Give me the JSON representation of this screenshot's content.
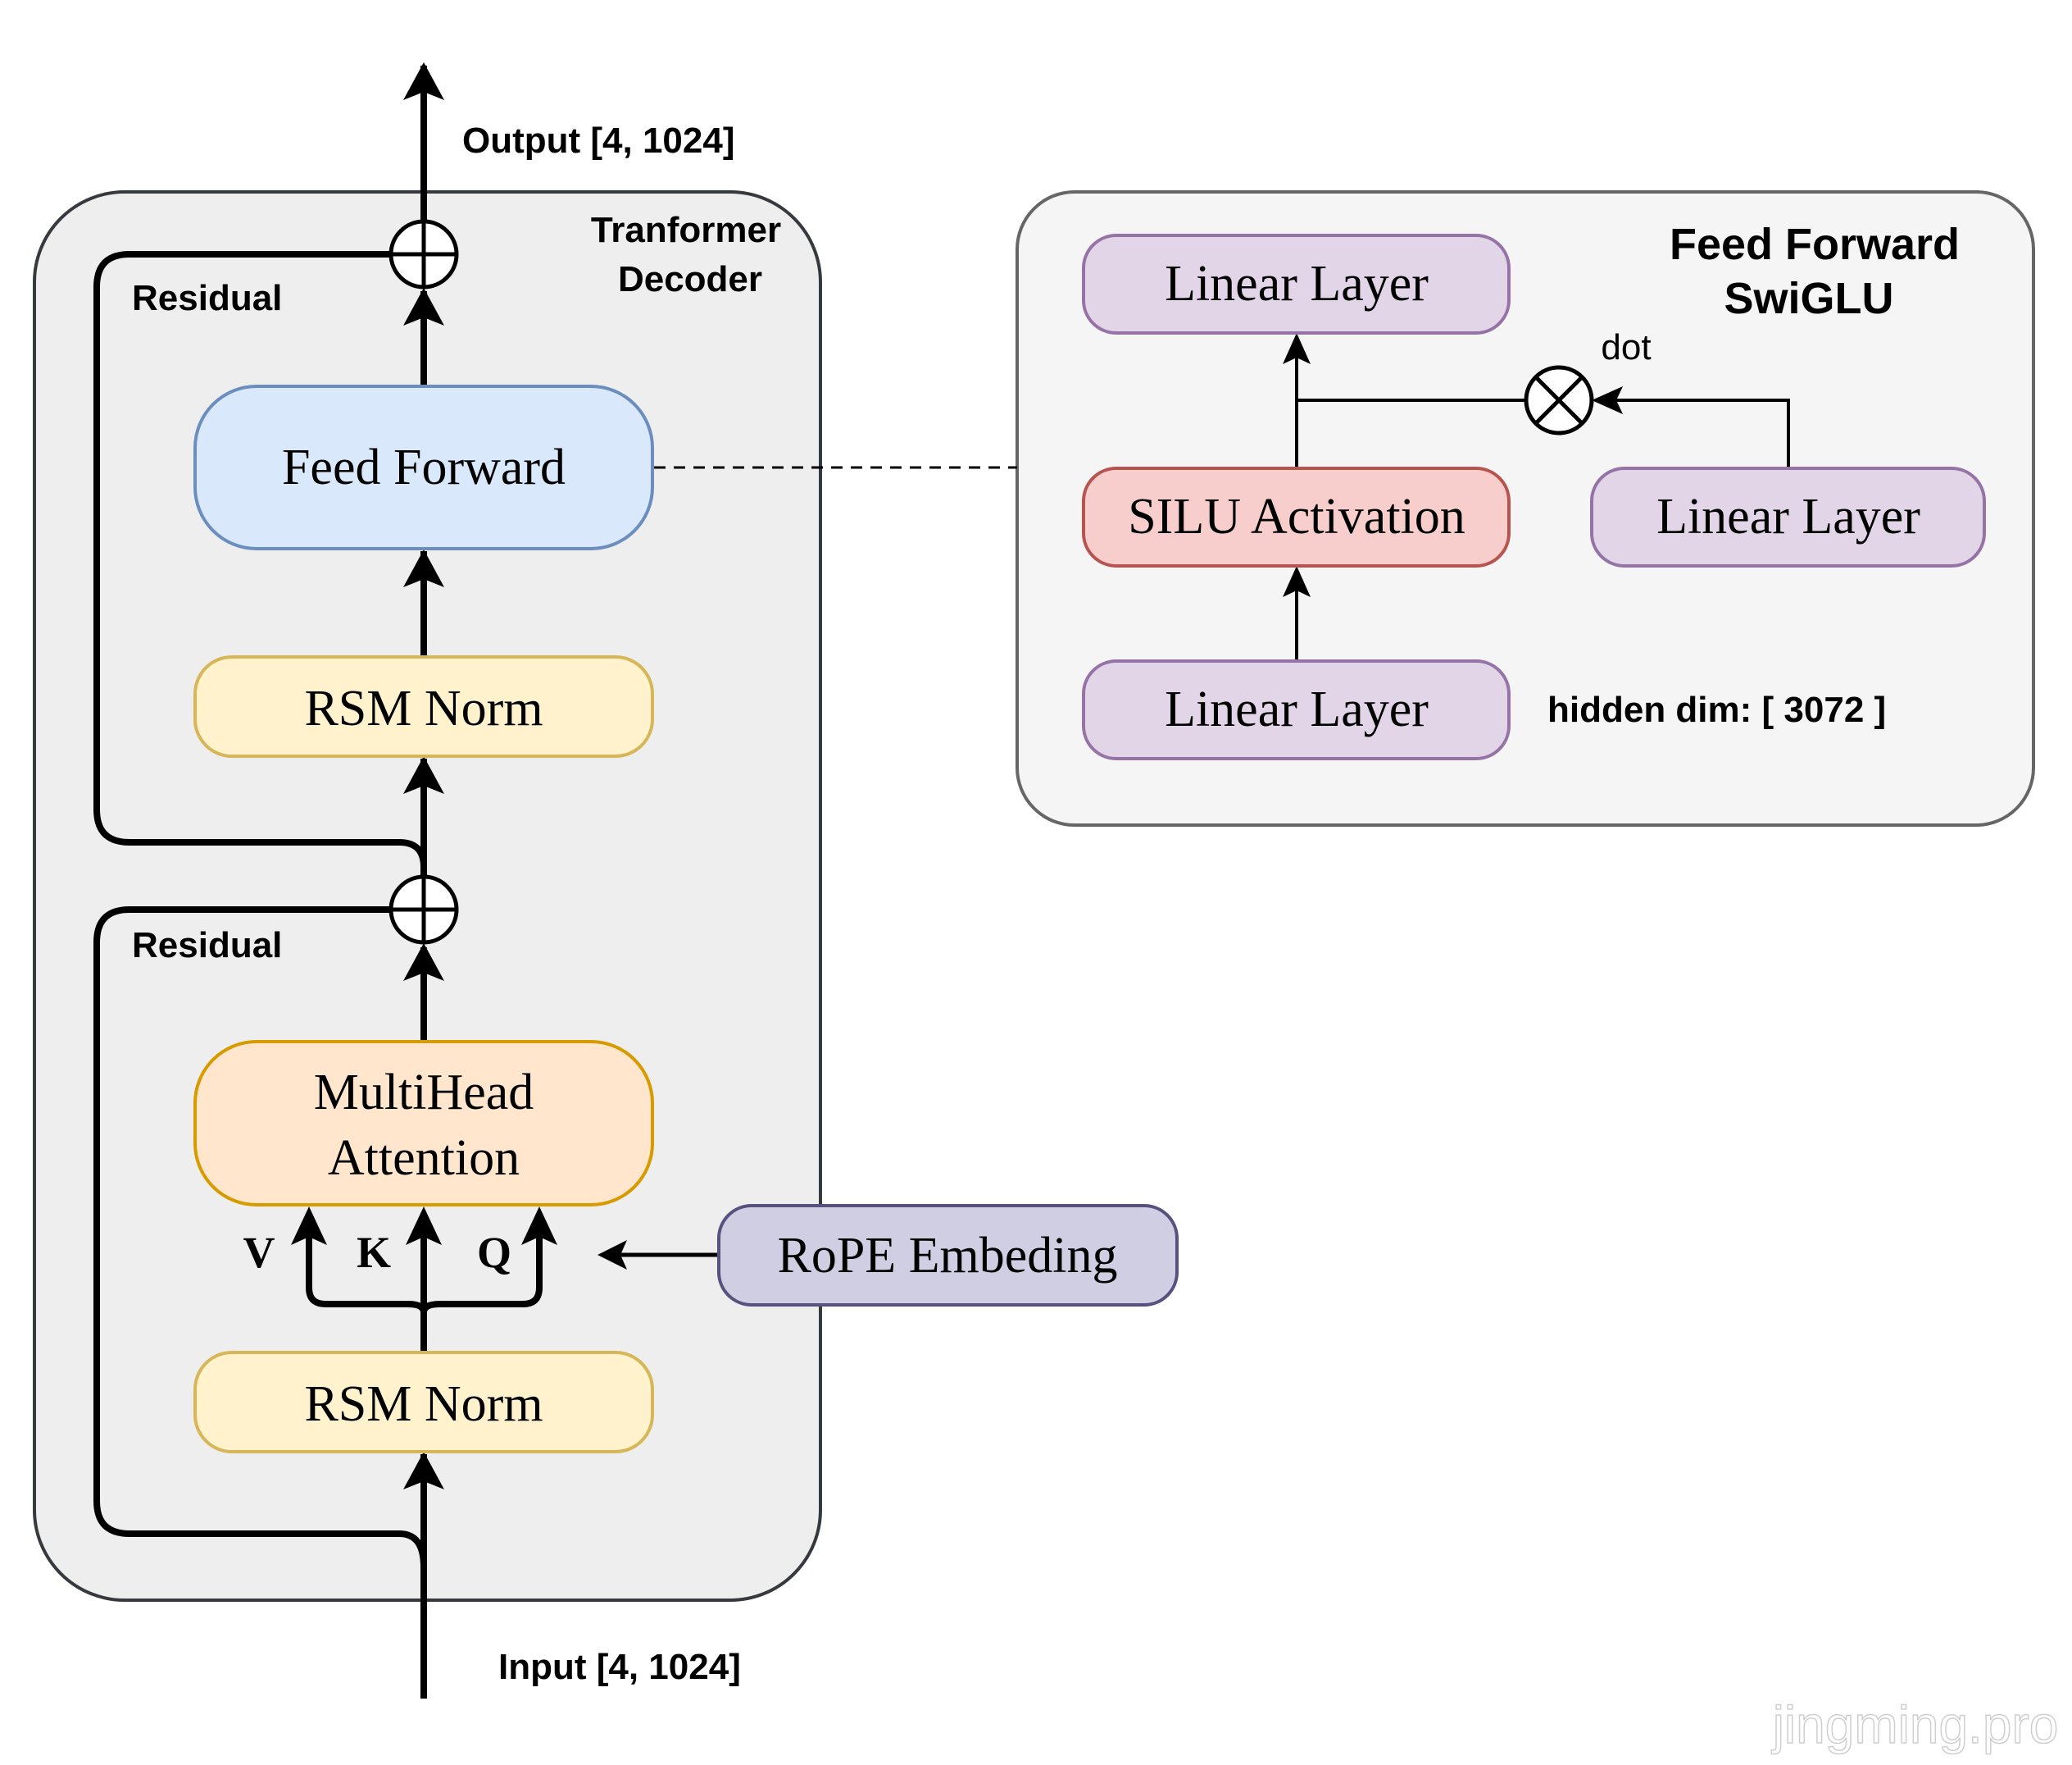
{
  "decoder": {
    "title_line1": "Tranformer",
    "title_line2": "Decoder",
    "output_label": "Output [4, 1024]",
    "input_label": "Input [4, 1024]",
    "residual_top_label": "Residual",
    "residual_bottom_label": "Residual",
    "feed_forward_label": "Feed Forward",
    "rsm_norm_top_label": "RSM Norm",
    "attention_line1": "MultiHead",
    "attention_line2": "Attention",
    "rsm_norm_bottom_label": "RSM Norm",
    "v_label": "V",
    "k_label": "K",
    "q_label": "Q",
    "adder_icon": "circle-plus-icon"
  },
  "rope": {
    "label": "RoPE Embeding"
  },
  "swiglu": {
    "title_line1": "Feed Forward",
    "title_line2": "SwiGLU",
    "linear_top_label": "Linear Layer",
    "silu_label": "SILU Activation",
    "linear_right_label": "Linear Layer",
    "linear_bottom_label": "Linear Layer",
    "dot_label": "dot",
    "hidden_dim_label": "hidden dim: [ 3072 ]",
    "multiply_icon": "circle-times-icon"
  },
  "watermark": "jingming.pro",
  "colors": {
    "decoder_fill": "#eeeeee",
    "decoder_stroke": "#36393d",
    "swiglu_fill": "#f5f5f5",
    "swiglu_stroke": "#666666",
    "feed_forward_fill": "#dae8fc",
    "feed_forward_stroke": "#6c8ebf",
    "norm_fill": "#fff2cc",
    "norm_stroke": "#d6b656",
    "attention_fill": "#ffe6cc",
    "attention_stroke": "#d79b00",
    "rope_fill": "#d0cee2",
    "rope_stroke": "#56517e",
    "linear_fill": "#e1d5e7",
    "linear_stroke": "#9673a6",
    "silu_fill": "#f8cecc",
    "silu_stroke": "#b85450"
  }
}
